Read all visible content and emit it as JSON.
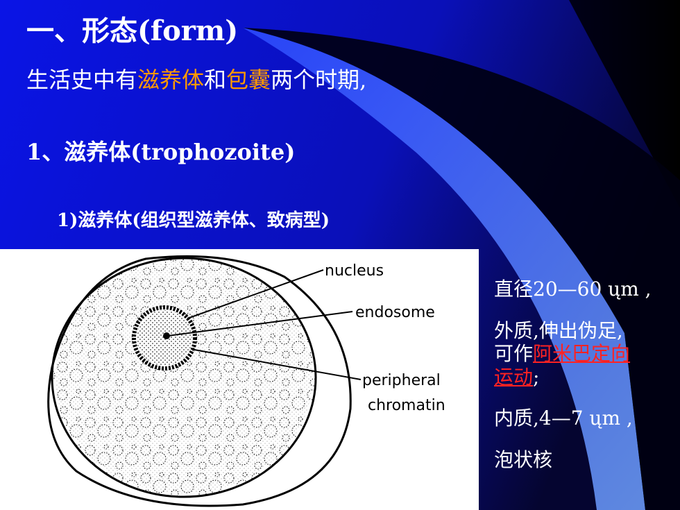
{
  "slide": {
    "title": "一、形态(form)",
    "intro": {
      "part1": "生活史中有",
      "hl1": "滋养体",
      "part2": "和",
      "hl2": "包囊",
      "part3": "两个时期,"
    },
    "section1": "1、滋养体(trophozoite)",
    "subsection1": "1)滋养体(组织型滋养体、致病型)"
  },
  "figure": {
    "labels": {
      "nucleus": "nucleus",
      "endosome": "endosome",
      "peripheral": "peripheral",
      "chromatin": "chromatin"
    }
  },
  "side": {
    "line1": "直径20—60 ųm ,",
    "line2": "外质,伸出伪足,",
    "line3a": "可作",
    "line3b": "阿米巴定向",
    "line4a": "运动",
    "line4b": ";",
    "line5": "内质,4—7 ųm ,",
    "line6": "泡状核"
  },
  "colors": {
    "background": "#0c12d8",
    "highlight": "#ff9900",
    "link": "#ff2222",
    "text": "#ffffff"
  }
}
